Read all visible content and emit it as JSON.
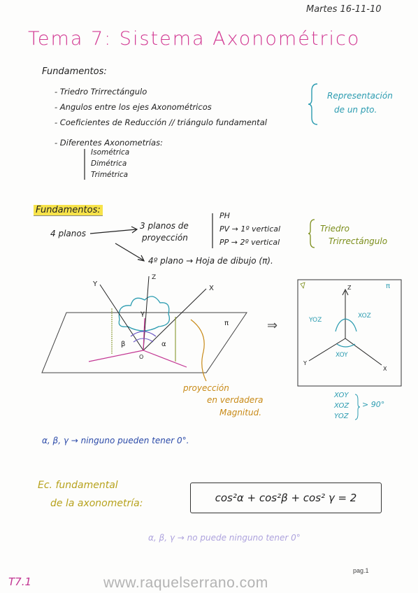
{
  "header": {
    "date": "Martes 16-11-10",
    "title": "Tema 7: Sistema Axonométrico"
  },
  "fundamentos": {
    "heading": "Fundamentos:",
    "items": [
      "- Triedro Trirrectángulo",
      "- Angulos entre los ejes Axonométricos",
      "- Coeficientes de Reducción // triángulo fundamental"
    ],
    "side_note": [
      "Representación",
      "de un pto."
    ],
    "types_heading": "- Diferentes Axonometrías:",
    "types": [
      "Isométrica",
      "Dimétrica",
      "Trimétrica"
    ]
  },
  "fundamentos2": {
    "heading": "Fundamentos:",
    "four_planes": "4 planos",
    "three_planes_line1": "3 planos de",
    "three_planes_line2": "proyección",
    "planes": [
      "PH",
      "PV → 1º vertical",
      "PP → 2º vertical"
    ],
    "triedro": [
      "Triedro",
      "Trirrectángulo"
    ],
    "fourth_plane": "4º plano → Hoja de dibujo (π)."
  },
  "diagram": {
    "axis_y": "Y",
    "axis_x": "X",
    "axis_z": "Z",
    "origin": "O",
    "plane_label": "π",
    "angle_alpha": "α",
    "angle_beta": "β",
    "angle_gamma": "γ",
    "arrow": "⇒",
    "proj_note": [
      "proyección",
      "en verdadera",
      "Magnitud."
    ]
  },
  "diagram2": {
    "plane_label": "π",
    "axis_z": "Z",
    "axis_x": "X",
    "axis_y": "Y",
    "angle_yoz": "YOZ",
    "angle_xoz": "XOZ",
    "angle_xoy": "XOY",
    "angles_list": [
      "XOY",
      "XOZ",
      "YOZ"
    ],
    "angles_cond": "> 90°"
  },
  "notes": {
    "zero_note": "α, β, γ → ninguno pueden tener 0°.",
    "eq_label_line1": "Ec. fundamental",
    "eq_label_line2": "de la axonometría:",
    "equation": "cos²α + cos²β + cos² γ = 2",
    "faint_note": "α, β, γ → no puede ninguno tener 0°"
  },
  "footer": {
    "url": "www.raquelserrano.com",
    "page": "pag.1",
    "code": "T7.1"
  },
  "colors": {
    "title_pink": "#d23a93",
    "teal": "#2a9bb0",
    "green": "#7b8d1a",
    "orange": "#c88a17",
    "highlight": "#f7e34a"
  }
}
